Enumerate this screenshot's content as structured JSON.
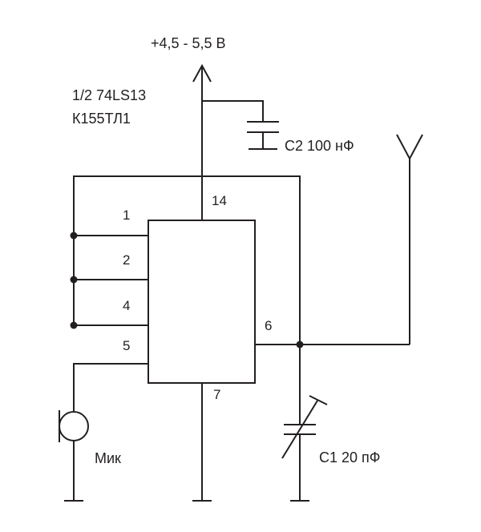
{
  "supply_label": "+4,5 - 5,5 В",
  "chip_line1": "1/2 74LS13",
  "chip_line2": "К155ТЛ1",
  "c2_label": "С2 100 нФ",
  "c1_label": "С1 20 пФ",
  "mic_label": "Мик",
  "pins": {
    "p14": "14",
    "p1": "1",
    "p2": "2",
    "p4": "4",
    "p5": "5",
    "p6": "6",
    "p7": "7"
  },
  "colors": {
    "ink": "#231f20",
    "background": "#ffffff"
  }
}
